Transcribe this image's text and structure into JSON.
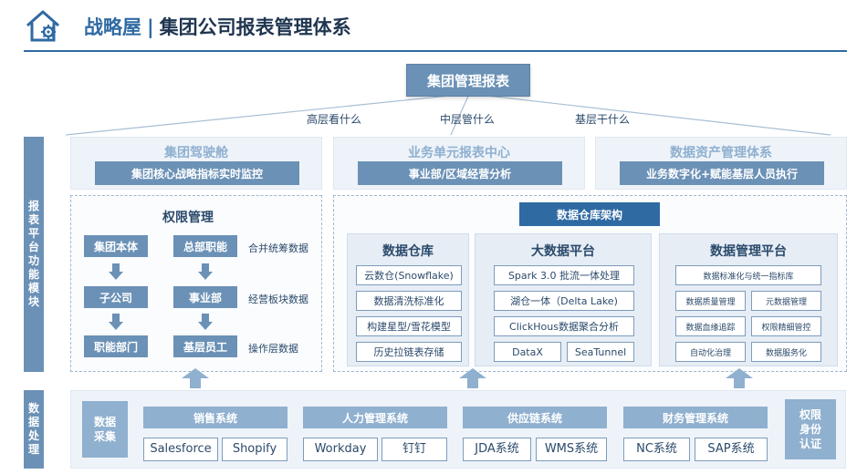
{
  "header": {
    "brand": "战略屋",
    "separator": "|",
    "title": "集团公司报表管理体系"
  },
  "top": {
    "title": "集团管理报表",
    "levels": [
      "高层看什么",
      "中层管什么",
      "基层干什么"
    ]
  },
  "left_labels": {
    "platform": [
      "报",
      "表",
      "平",
      "台",
      "功",
      "能",
      "模",
      "块"
    ],
    "processing": [
      "数",
      "据",
      "处",
      "理"
    ]
  },
  "upper_panels": [
    {
      "title": "集团驾驶舱",
      "subtitle": "集团核心战略指标实时监控"
    },
    {
      "title": "业务单元报表中心",
      "subtitle": "事业部/区域经营分析"
    },
    {
      "title": "数据资产管理体系",
      "subtitle": "业务数字化+赋能基层人员执行"
    }
  ],
  "permission": {
    "title": "权限管理",
    "col1": [
      "集团本体",
      "子公司",
      "职能部门"
    ],
    "col2": [
      "总部职能",
      "事业部",
      "基层员工"
    ],
    "notes": [
      "合并统筹数据",
      "经营板块数据",
      "操作层数据"
    ]
  },
  "warehouse": {
    "header": "数据仓库架构",
    "panels": [
      {
        "title": "数据仓库",
        "items": [
          "云数仓(Snowflake)",
          "数据清洗标准化",
          "构建星型/雪花模型",
          "历史拉链表存储"
        ]
      },
      {
        "title": "大数据平台",
        "items": [
          "Spark 3.0 批流一体处理",
          "湖仓一体（Delta Lake)",
          "ClickHous数据聚合分析"
        ],
        "pair": [
          "DataX",
          "SeaTunnel"
        ]
      },
      {
        "title": "数据管理平台",
        "items": [
          "数据标准化与统一指标库"
        ],
        "grid": [
          "数据质量管理",
          "元数据管理",
          "数据血缘追踪",
          "权限精细管控",
          "自动化治理",
          "数据服务化"
        ]
      }
    ]
  },
  "processing": {
    "left": "数据采集",
    "right": "权限身份认证",
    "systems": [
      {
        "name": "销售系统",
        "items": [
          "Salesforce",
          "Shopify"
        ]
      },
      {
        "name": "人力管理系统",
        "items": [
          "Workday",
          "钉钉"
        ]
      },
      {
        "name": "供应链系统",
        "items": [
          "JDA系统",
          "WMS系统"
        ]
      },
      {
        "name": "财务管理系统",
        "items": [
          "NC系统",
          "SAP系统"
        ]
      }
    ]
  },
  "colors": {
    "primary": "#2f6aa3",
    "box_fill": "#6b91b6",
    "light_fill": "#8fb0cf",
    "panel_bg": "#e6edf5"
  }
}
